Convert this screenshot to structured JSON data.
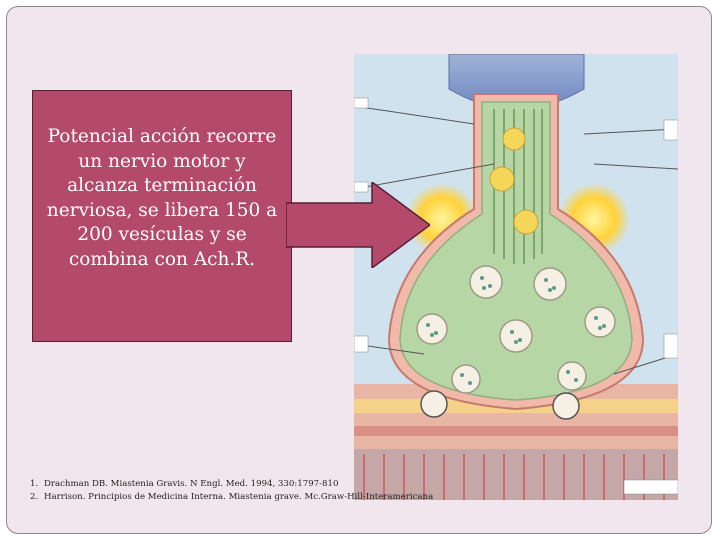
{
  "callout": {
    "lines": [
      "Potencial acción recorre",
      "un nervio motor y",
      "alcanza terminación",
      "nerviosa, se libera 150 a",
      "200 vesículas y se",
      "combina con Ach.R."
    ]
  },
  "references": [
    {
      "num": "1.",
      "text": "Drachman DB. Miastenia Gravis. N Engl. Med. 1994, 330:1797-810"
    },
    {
      "num": "2.",
      "text": "Harrison. Principios de Medicina Interna. Miastenia grave. Mc.Graw-Hill-Interamericana"
    }
  ],
  "colors": {
    "background": "#f2e6ee",
    "callout_fill": "#b34a6b",
    "arrow_fill": "#b34a6b"
  }
}
